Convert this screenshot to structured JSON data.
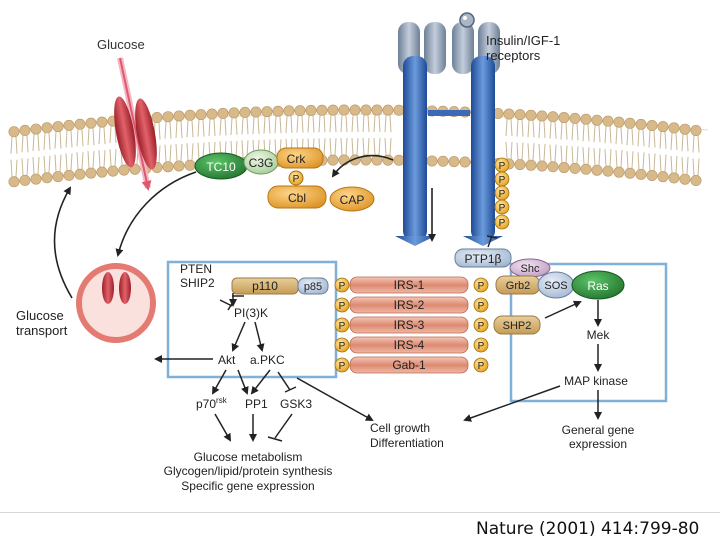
{
  "labels": {
    "glucose": "Glucose",
    "receptor_line1": "Insulin/IGF-1",
    "receptor_line2": "receptors",
    "glucose_transport_line1": "Glucose",
    "glucose_transport_line2": "transport",
    "pten": "PTEN",
    "ship2_left": "SHIP2",
    "pi3k": "PI(3)K",
    "akt": "Akt",
    "apkc": "a.PKC",
    "p70_base": "p70",
    "p70_sup": "rsk",
    "pp1": "PP1",
    "gsk3": "GSK3",
    "glucose_metabolism": "Glucose metabolism",
    "synthesis": "Glycogen/lipid/protein synthesis",
    "gene_expression_specific": "Specific gene expression",
    "cell_growth_line1": "Cell growth",
    "cell_growth_line2": "Differentiation",
    "mek": "Mek",
    "map_kinase": "MAP kinase",
    "general_gene_line1": "General gene",
    "general_gene_line2": "expression"
  },
  "proteins": {
    "tc10": "TC10",
    "c3g": "C3G",
    "crk": "Crk",
    "cbl": "Cbl",
    "cap": "CAP",
    "p110": "p110",
    "p85": "p85",
    "ptp1b": "PTP1β",
    "shc": "Shc",
    "grb2": "Grb2",
    "sos": "SOS",
    "ras": "Ras",
    "shp2": "SHP2"
  },
  "substrates": [
    "IRS-1",
    "IRS-2",
    "IRS-3",
    "IRS-4",
    "Gab-1"
  ],
  "phospho": "P",
  "credit": "Nature (2001) 414:799-80",
  "colors": {
    "lipid_head": "#d8b98a",
    "receptor": "#3a6ab8",
    "glut4": "#c8373f",
    "pathway_box": "#7fb0d8",
    "phospho": "#f1b83a",
    "substrate": "#e7a08a",
    "tc10": "#2d8a3a",
    "adapter": "#e9a838"
  }
}
